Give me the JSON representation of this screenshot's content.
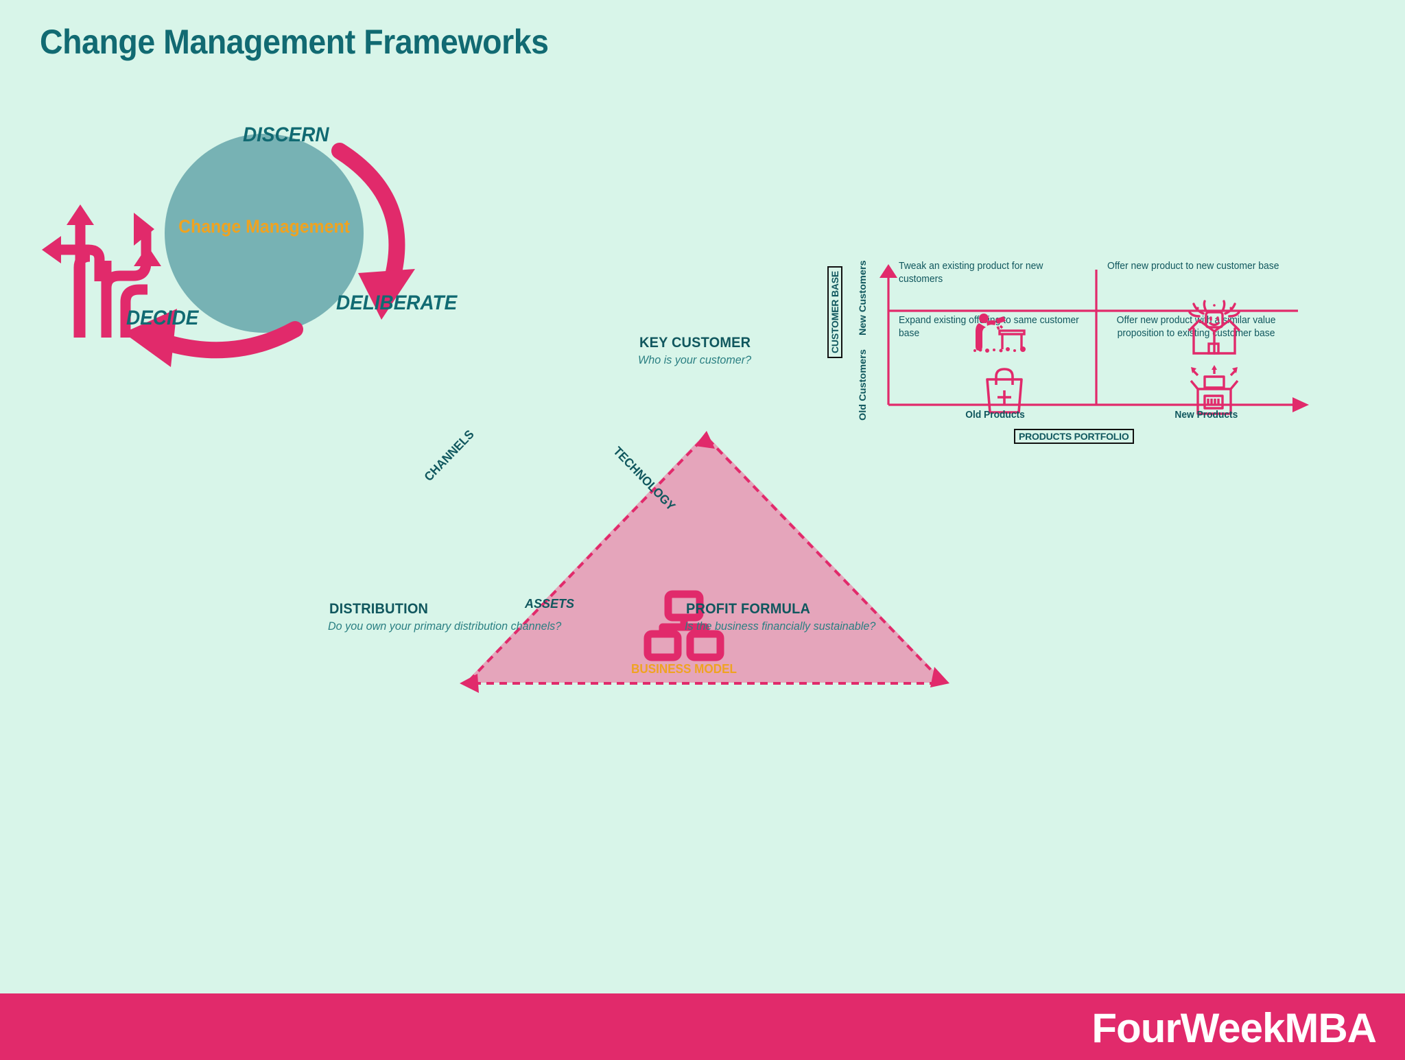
{
  "page": {
    "title": "Change Management Frameworks",
    "background_color": "#d8f5e9",
    "accent_pink": "#e12a6b",
    "accent_teal": "#116a72",
    "accent_orange": "#efa321",
    "circle_fill": "#77b2b4"
  },
  "cycle": {
    "center_label": "Change Management",
    "steps": [
      {
        "label": "DISCERN"
      },
      {
        "label": "DELIBERATE"
      },
      {
        "label": "DECIDE"
      }
    ],
    "icon_name": "multi-direction-arrows-icon"
  },
  "triangle": {
    "center_icon_name": "hierarchy-icon",
    "center_caption": "BUSINESS MODEL",
    "sides": [
      {
        "label": "CHANNELS"
      },
      {
        "label": "TECHNOLOGY"
      },
      {
        "label": "ASSETS"
      }
    ],
    "vertices": [
      {
        "title": "KEY CUSTOMER",
        "question": "Who is your customer?"
      },
      {
        "title": "DISTRIBUTION",
        "question": "Do you own your primary distribution channels?"
      },
      {
        "title": "PROFIT FORMULA",
        "question": "Is the business financially sustainable?"
      }
    ]
  },
  "ansoff": {
    "y_axis_title": "CUSTOMER BASE",
    "x_axis_title": "PRODUCTS PORTFOLIO",
    "y_ticks": [
      "New Customers",
      "Old Customers"
    ],
    "x_ticks": [
      "Old Products",
      "New Products"
    ],
    "quadrants": [
      {
        "position": "top-left",
        "text": "Tweak an existing product for new customers",
        "icon_name": "person-painting-table-icon"
      },
      {
        "position": "top-right",
        "text": "Offer new product to new customer base",
        "icon_name": "surprise-gift-box-icon"
      },
      {
        "position": "bottom-left",
        "text": "Expand existing offering to same customer base",
        "icon_name": "shopping-bag-plus-icon"
      },
      {
        "position": "bottom-right",
        "text": "Offer new product with a similar value proposition to existing customer base",
        "icon_name": "open-box-barcode-icon"
      }
    ]
  },
  "footer": {
    "logo_text": "FourWeekMBA"
  }
}
